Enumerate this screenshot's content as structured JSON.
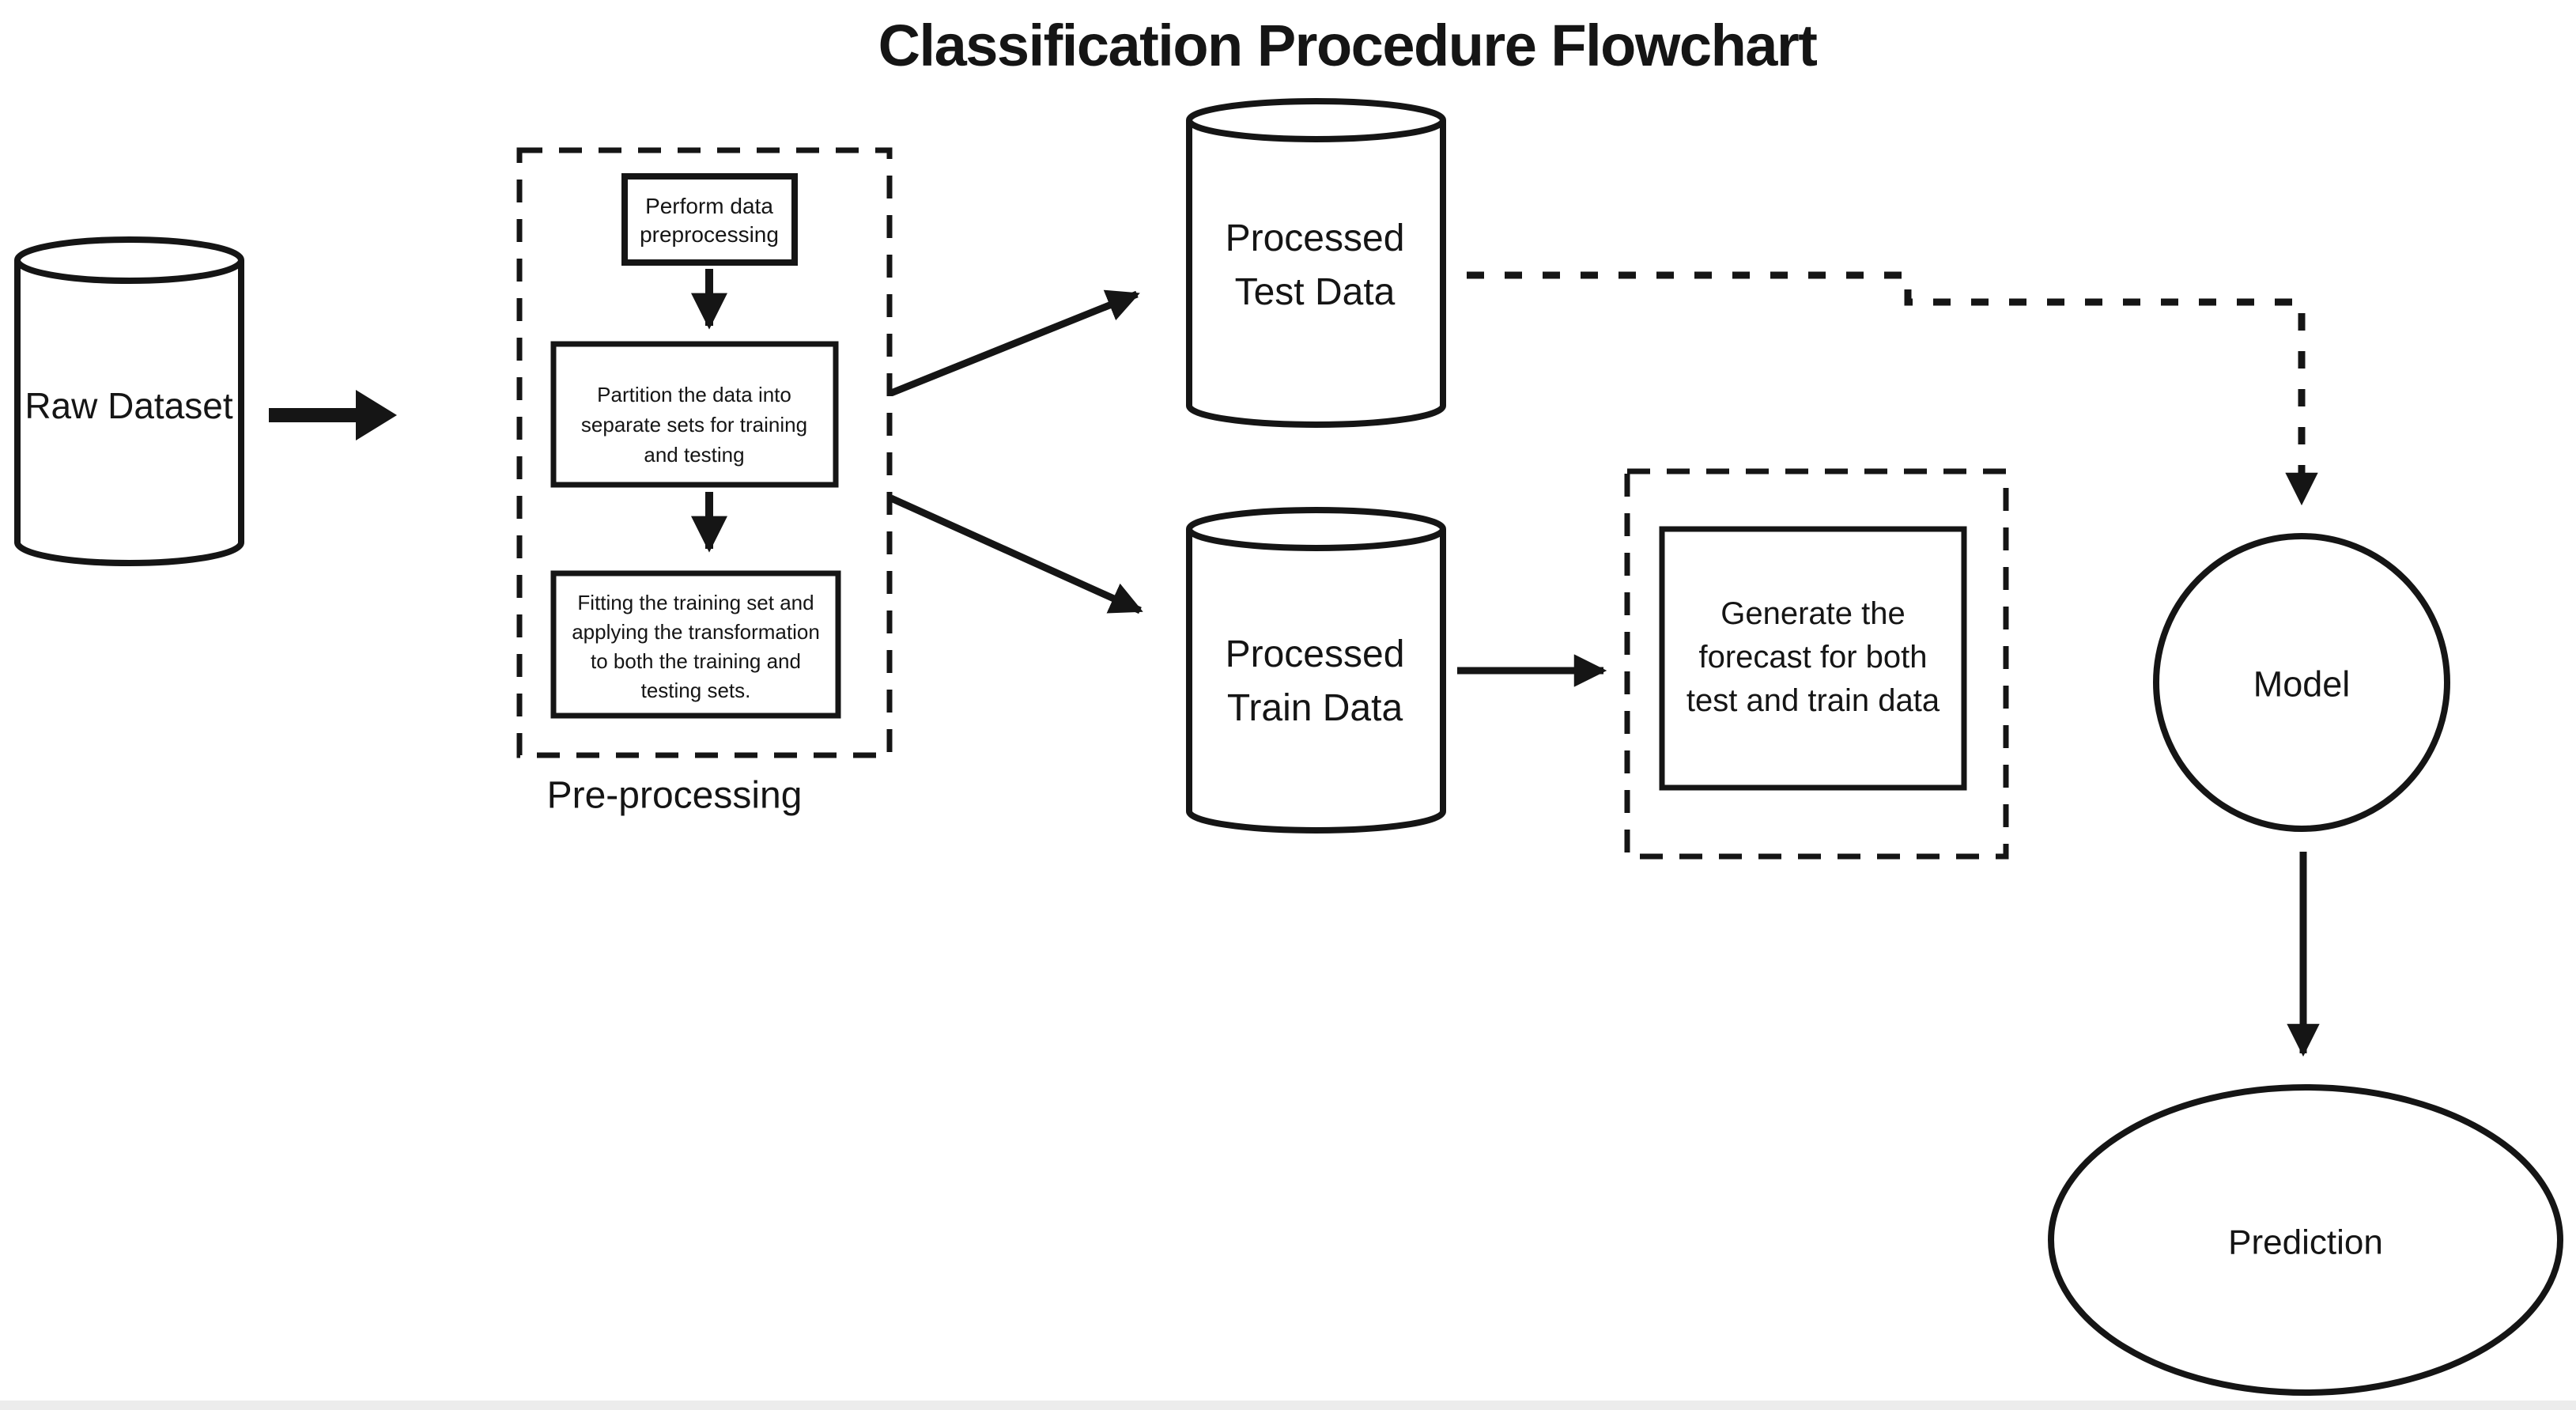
{
  "title": "Classification Procedure Flowchart",
  "colors": {
    "ink": "#151515",
    "background": "#ffffff",
    "bottom_band": "#ececec"
  },
  "nodes": {
    "raw_dataset": {
      "label": "Raw Dataset",
      "shape": "cylinder"
    },
    "preprocessing_group": {
      "label": "Pre-processing",
      "shape": "dashed-container"
    },
    "perform_preprocessing": {
      "label": "Perform data\npreprocessing",
      "shape": "process-box"
    },
    "partition_data": {
      "label": "Partition the data into\nseparate sets for training\nand testing",
      "shape": "process-box"
    },
    "fit_transform": {
      "label": "Fitting the training set and\napplying the transformation\nto both the training and\ntesting sets.",
      "shape": "process-box"
    },
    "processed_test_data": {
      "label": "Processed\nTest Data",
      "shape": "cylinder"
    },
    "processed_train_data": {
      "label": "Processed\nTrain Data",
      "shape": "cylinder"
    },
    "generate_forecast": {
      "label": "Generate the\nforecast for both\ntest and train data",
      "shape": "process-box-in-dashed-container"
    },
    "model": {
      "label": "Model",
      "shape": "circle"
    },
    "prediction": {
      "label": "Prediction",
      "shape": "ellipse"
    }
  },
  "edges": [
    {
      "from": "Raw Dataset",
      "to": "Pre-processing",
      "style": "bold solid arrow"
    },
    {
      "from": "Perform data preprocessing",
      "to": "Partition the data into separate sets for training and testing",
      "style": "solid arrow"
    },
    {
      "from": "Partition the data into separate sets for training and testing",
      "to": "Fitting the training set and applying the transformation to both the training and testing sets.",
      "style": "solid arrow"
    },
    {
      "from": "Pre-processing",
      "to": "Processed Test Data",
      "style": "solid arrow"
    },
    {
      "from": "Pre-processing",
      "to": "Processed Train Data",
      "style": "solid arrow"
    },
    {
      "from": "Processed Test Data",
      "to": "Model",
      "style": "dashed arrow"
    },
    {
      "from": "Processed Train Data",
      "to": "Generate the forecast for both test and train data",
      "style": "solid arrow"
    },
    {
      "from": "Model",
      "to": "Prediction",
      "style": "solid arrow"
    }
  ]
}
